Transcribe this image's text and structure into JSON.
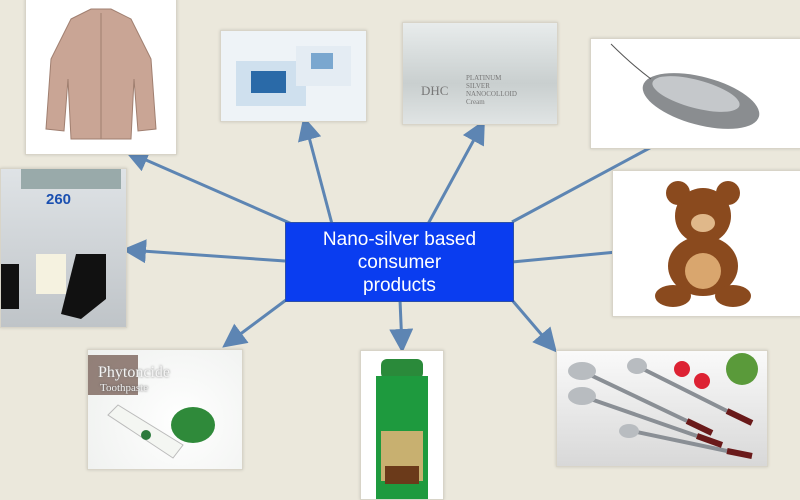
{
  "center": {
    "label": "Nano-silver based\nconsumer\nproducts",
    "color": "#0a3df0"
  },
  "arrow_color": "#5d85b3",
  "products": [
    {
      "name": "shirt"
    },
    {
      "name": "wet-wipes"
    },
    {
      "name": "cream",
      "brand": "DHC",
      "label": "PLATINUM\nSILVER\nNANOCOLLOID\nCream"
    },
    {
      "name": "computer-mouse"
    },
    {
      "name": "socks",
      "price": "260"
    },
    {
      "name": "teddy-bear"
    },
    {
      "name": "toothpaste",
      "title": "Phytoncide",
      "subtitle": "Toothpaste"
    },
    {
      "name": "spray-can"
    },
    {
      "name": "kitchen-utensils"
    }
  ]
}
